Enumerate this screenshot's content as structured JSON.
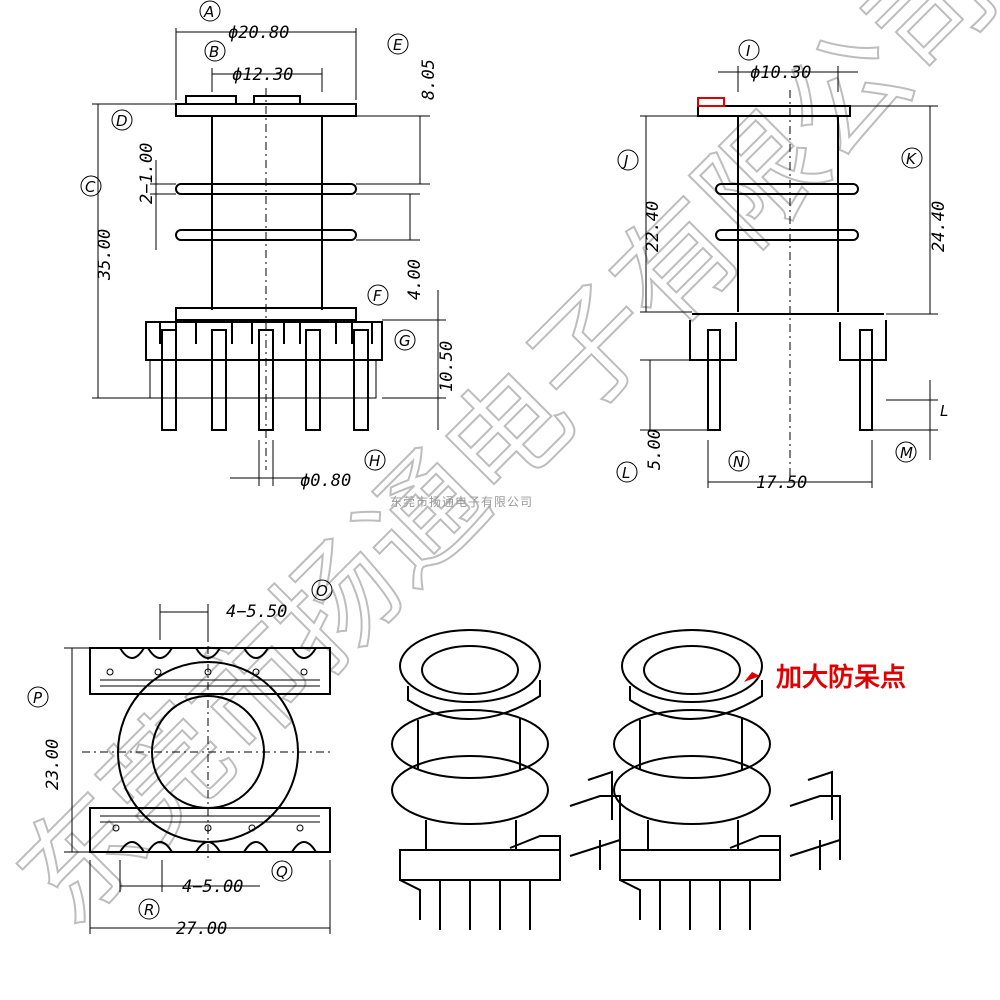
{
  "watermark": {
    "large": "东莞市扬通电子有限公司",
    "small": "东莞市扬通电子有限公司"
  },
  "annotation": "加大防呆点",
  "labels": {
    "A": "A",
    "B": "B",
    "C": "C",
    "D": "D",
    "E": "E",
    "F": "F",
    "G": "G",
    "H": "H",
    "I": "I",
    "J": "J",
    "K": "K",
    "L": "L",
    "M": "M",
    "N": "N",
    "O": "O",
    "P": "P",
    "Q": "Q",
    "R": "R"
  },
  "dimensions": {
    "A": "ϕ20.80",
    "B": "ϕ12.30",
    "C": "35.00",
    "D": "2−1.00",
    "E": "8.05",
    "F": "4.00",
    "G": "10.50",
    "H": "ϕ0.80",
    "I": "ϕ10.30",
    "J": "22.40",
    "K": "24.40",
    "L": "5.00",
    "N": "17.50",
    "O": "4−5.50",
    "P": "23.00",
    "Q": "4−5.00",
    "R": "27.00"
  },
  "colors": {
    "line": "#000000",
    "annotation": "#e00000",
    "watermark": "#bdbdbd"
  }
}
